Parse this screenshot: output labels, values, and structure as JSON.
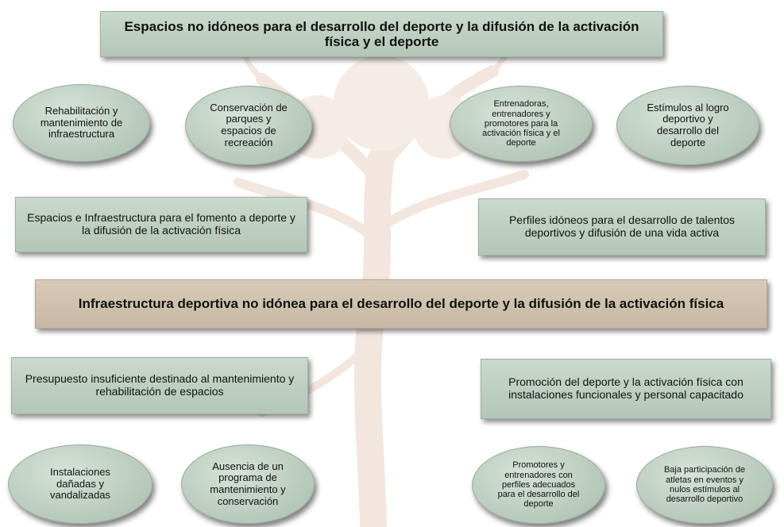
{
  "top": {
    "text": "Espacios no idóneos para el desarrollo del deporte y la difusión de la activación física y el deporte"
  },
  "ovals_top": [
    {
      "text": "Rehabilitación y mantenimiento de infraestructura"
    },
    {
      "text": "Conservación de parques y espacios de recreación"
    },
    {
      "text": "Entrenadoras, entrenadores y promotores para la activación física y el deporte"
    },
    {
      "text": "Estímulos al logro deportivo y desarrollo del deporte"
    }
  ],
  "mid_left": {
    "text": "Espacios e Infraestructura para el fomento a deporte y la difusión de la activación física"
  },
  "mid_right": {
    "text": "Perfiles idóneos para el desarrollo de talentos deportivos y difusión de una vida activa"
  },
  "center": {
    "text": "Infraestructura deportiva no idónea para el desarrollo del deporte y la difusión de la activación física"
  },
  "low_left": {
    "text": "Presupuesto insuficiente destinado al mantenimiento y rehabilitación de espacios"
  },
  "low_right": {
    "text": "Promoción del deporte y la activación física con instalaciones funcionales y personal capacitado"
  },
  "ovals_bottom": [
    {
      "text": "Instalaciones dañadas y vandalizadas"
    },
    {
      "text": "Ausencia de un programa de mantenimiento y conservación"
    },
    {
      "text": "Promotores y entrenadores con perfiles adecuados para el desarrollo del deporte"
    },
    {
      "text": "Baja participación de atletas en eventos y nulos estímulos al desarrollo deportivo"
    }
  ]
}
